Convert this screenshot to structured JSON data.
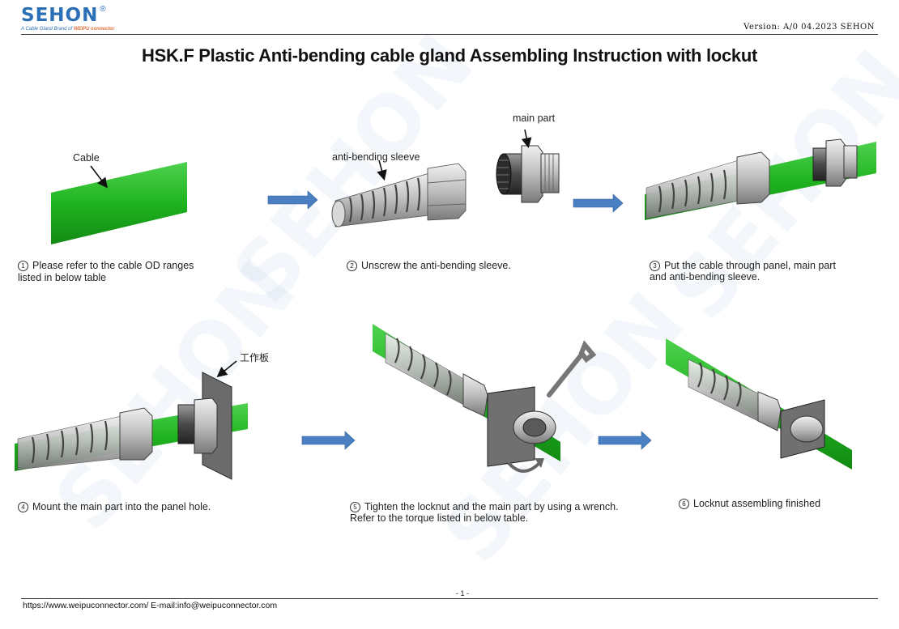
{
  "header": {
    "logo_text": "SEHON",
    "logo_reg": "®",
    "logo_tagline_prefix": "A Cable Gland Brand of",
    "logo_tagline_brand": "WEIPU connector",
    "version": "Version: A/0 04.2023 SEHON"
  },
  "title": "HSK.F Plastic Anti-bending cable gland Assembling Instruction with lockut",
  "callouts": {
    "cable": "Cable",
    "sleeve": "anti-bending sleeve",
    "main_part": "main part",
    "panel": "工作板"
  },
  "steps": [
    {
      "num": "1",
      "text": "Please refer to the cable OD ranges",
      "text2": "listed in below table"
    },
    {
      "num": "2",
      "text": "Unscrew the anti-bending sleeve.",
      "text2": ""
    },
    {
      "num": "3",
      "text": "Put the cable through panel, main part",
      "text2": "and anti-bending sleeve."
    },
    {
      "num": "4",
      "text": "Mount the main part into the panel hole.",
      "text2": ""
    },
    {
      "num": "5",
      "text": "Tighten the locknut and the main part by using a wrench.",
      "text2": "Refer to the torque listed in below table."
    },
    {
      "num": "6",
      "text": "Locknut assembling finished",
      "text2": ""
    }
  ],
  "footer": {
    "contact": "https://www.weipuconnector.com/ E-mail:info@weipuconnector.com",
    "page": "- 1 -"
  },
  "colors": {
    "cable_green": "#1fb41f",
    "arrow_blue": "#4a7fc1",
    "brand_blue": "#2b6fb6",
    "gland_grey": "#bdbdbd"
  }
}
